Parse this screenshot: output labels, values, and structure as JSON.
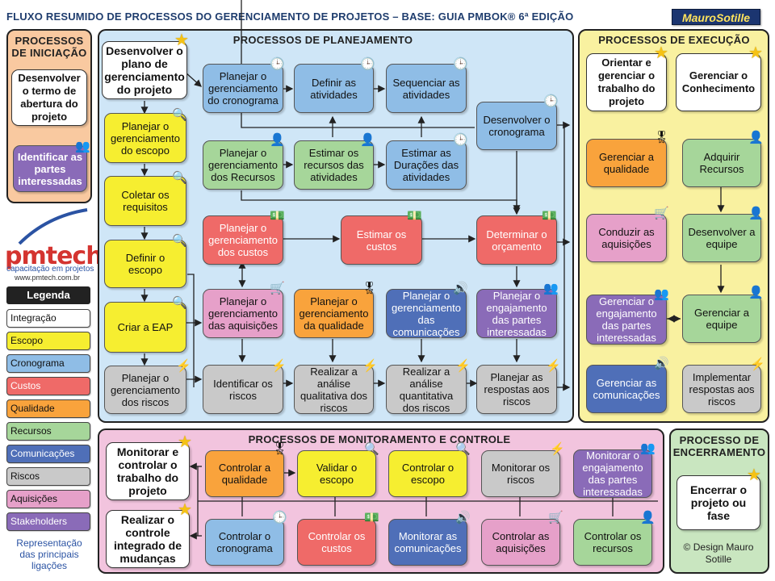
{
  "header": {
    "title": "FLUXO RESUMIDO DE PROCESSOS DO GERENCIAMENTO DE PROJETOS – BASE:  GUIA PMBOK® 6ª EDIÇÃO",
    "brand": "MauroSotille"
  },
  "initiation": {
    "title": "PROCESSOS DE INICIAÇÃO",
    "p1": "Desenvolver o termo de abertura do projeto",
    "p2": "Identificar as partes interessadas"
  },
  "planning": {
    "title": "PROCESSOS DE PLANEJAMENTO",
    "p_plan": "Desenvolver o plano de gerenciamento do projeto",
    "p_escopo": "Planejar o gerenciamento do escopo",
    "p_req": "Coletar os requisitos",
    "p_def": "Definir o escopo",
    "p_eap": "Criar a EAP",
    "p_riscos": "Planejar o gerenciamento dos riscos",
    "p_crono": "Planejar o gerenciamento do cronograma",
    "p_ativ": "Definir as atividades",
    "p_seq": "Sequenciar as atividades",
    "p_dcrono": "Desenvolver o cronograma",
    "p_rec": "Planejar o gerenciamento dos Recursos",
    "p_estrec": "Estimar os recursos das atividades",
    "p_dur": "Estimar as Durações das atividades",
    "p_custos": "Planejar o gerenciamento dos custos",
    "p_estc": "Estimar os custos",
    "p_orc": "Determinar o orçamento",
    "p_aq": "Planejar o gerenciamento das aquisições",
    "p_qual": "Planejar o gerenciamento da qualidade",
    "p_com": "Planejar o gerenciamento das comunicações",
    "p_eng": "Planejar o engajamento das partes interessadas",
    "p_idr": "Identificar os riscos",
    "p_qlr": "Realizar a análise qualitativa dos riscos",
    "p_qtr": "Realizar a análise quantitativa dos riscos",
    "p_resp": "Planejar as respostas aos riscos"
  },
  "execution": {
    "title": "PROCESSOS DE EXECUÇÃO",
    "e1": "Orientar e gerenciar o trabalho do projeto",
    "e2": "Gerenciar o Conhecimento",
    "e3": "Gerenciar a qualidade",
    "e4": "Adquirir Recursos",
    "e5": "Conduzir as aquisições",
    "e6": "Desenvolver a equipe",
    "e7": "Gerenciar o engajamento das partes interessadas",
    "e8": "Gerenciar a equipe",
    "e9": "Gerenciar as comunicações",
    "e10": "Implementar respostas aos riscos"
  },
  "monitoring": {
    "title": "PROCESSOS DE MONITORAMENTO  E CONTROLE",
    "m1": "Monitorar e controlar o trabalho do projeto",
    "m2": "Realizar o controle integrado de mudanças",
    "m3": "Controlar a qualidade",
    "m4": "Validar o escopo",
    "m5": "Controlar o escopo",
    "m6": "Monitorar os riscos",
    "m7": "Monitorar o engajamento das partes interessadas",
    "m8": "Controlar o cronograma",
    "m9": "Controlar os custos",
    "m10": "Monitorar as comunicações",
    "m11": "Controlar as aquisições",
    "m12": "Controlar os recursos"
  },
  "closing": {
    "title": "PROCESSO DE ENCERRAMENTO",
    "c1": "Encerrar o projeto ou fase",
    "credit": "© Design Mauro Sotille"
  },
  "logo": {
    "name": "pmtech",
    "tagline": "capacitação em projetos",
    "url": "www.pmtech.com.br"
  },
  "legend": {
    "title": "Legenda",
    "items": [
      {
        "label": "Integração",
        "color": "#ffffff"
      },
      {
        "label": "Escopo",
        "color": "#f6ee30"
      },
      {
        "label": "Cronograma",
        "color": "#8fbde6"
      },
      {
        "label": "Custos",
        "color": "#ef6a68"
      },
      {
        "label": "Qualidade",
        "color": "#f9a33c"
      },
      {
        "label": "Recursos",
        "color": "#a6d69a"
      },
      {
        "label": "Comunicações",
        "color": "#4f6fb8"
      },
      {
        "label": "Riscos",
        "color": "#c9c9c9"
      },
      {
        "label": "Aquisições",
        "color": "#e6a0c9"
      },
      {
        "label": "Stakeholders",
        "color": "#8a6bb8"
      }
    ],
    "note": "Representação das principais ligações"
  }
}
